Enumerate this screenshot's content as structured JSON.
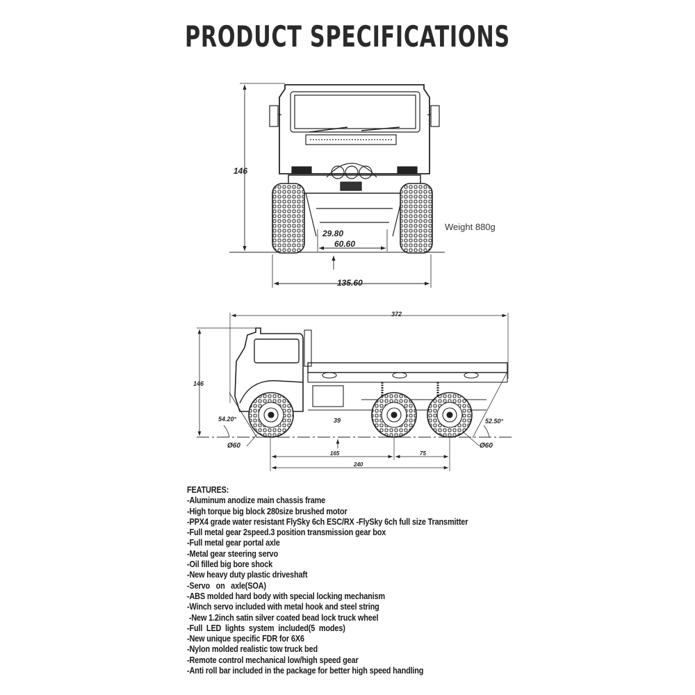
{
  "title": "PRODUCT SPECIFICATIONS",
  "front_view": {
    "height": "146",
    "dim_inner": "29.80",
    "dim_track": "60.60",
    "dim_width": "135.60",
    "weight": "Weight  880g"
  },
  "side_view": {
    "length": "372",
    "height": "146",
    "approach_angle": "54.20°",
    "departure_angle": "52.50°",
    "wheel_dia_front": "Ø60",
    "wheel_dia_rear": "Ø60",
    "clearance": "39",
    "wheelbase_front": "165",
    "wheelbase_rear": "75",
    "wheelbase_total": "240"
  },
  "features": {
    "heading": "FEATURES:",
    "items": [
      "-Aluminum anodize main chassis frame",
      "-High torque big block 280size brushed motor",
      "-PPX4 grade water resistant FlySky 6ch ESC/RX -FlySky 6ch full size Transmitter",
      "-Full metal gear 2speed.3 position transmission gear box",
      "-Full metal gear portal axle",
      "-Metal gear steering servo",
      "-Oil filled big bore shock",
      "-New heavy duty plastic driveshaft",
      "-Servo   on   axle(SOA)",
      "-ABS molded hard body with special locking mechanism",
      "-Winch servo included with metal hook and steel string",
      " -New 1.2inch satin silver coated bead lock truck wheel",
      "-Full  LED  lights  system  included(5  modes)",
      "-New unique specific FDR for 6X6",
      "-Nylon molded realistic tow truck bed",
      "-Remote control mechanical low/high speed gear",
      "-Anti roll bar included in the package for better high speed handling"
    ]
  }
}
